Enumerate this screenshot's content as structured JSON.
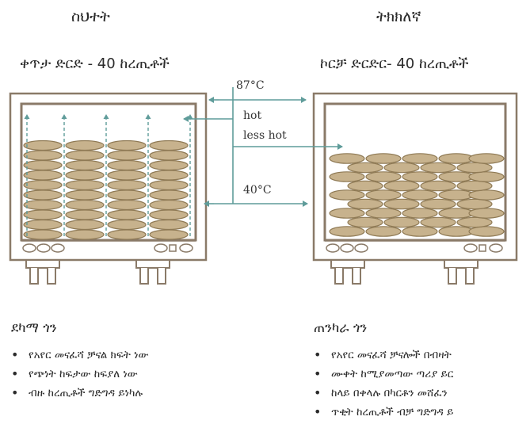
{
  "left": {
    "status": "ስህተት",
    "title": "ቀጥታ ድርድ - 40 ከረጢቶች",
    "section_title": "ደካማ ጎን",
    "bullets": [
      "የአየር መናፈሻ ቻናል ክፍት ነው",
      "የጭነት ከፍታው ከፍያለ ነው",
      "ብዙ ከረጢቶች ግድግዳ ይነካሉ"
    ]
  },
  "right": {
    "status": "ትክክለኛ",
    "title": "ኮርቻ ድርድር- 40 ከረጢቶች",
    "section_title": "ጠንካራ ጎን",
    "bullets": [
      "የአየር መናፈሻ ቻናሎች በብዛት",
      "ሙቀት ከሚያመጣው ጣሪያ ይር",
      "ከላይ በቀላሉ በካርቶን መሸፈን",
      "ጥቂት ከረጢቶች ብቻ ግድግዳ ይ"
    ]
  },
  "labels": {
    "top_temp": "87°C",
    "hot": "hot",
    "less_hot": "less hot",
    "bottom_temp": "40°C"
  },
  "colors": {
    "frame": "#8a7a68",
    "bag_fill": "#c7b28d",
    "bag_stroke": "#8f7a55",
    "arrow": "#5f9c9a"
  }
}
